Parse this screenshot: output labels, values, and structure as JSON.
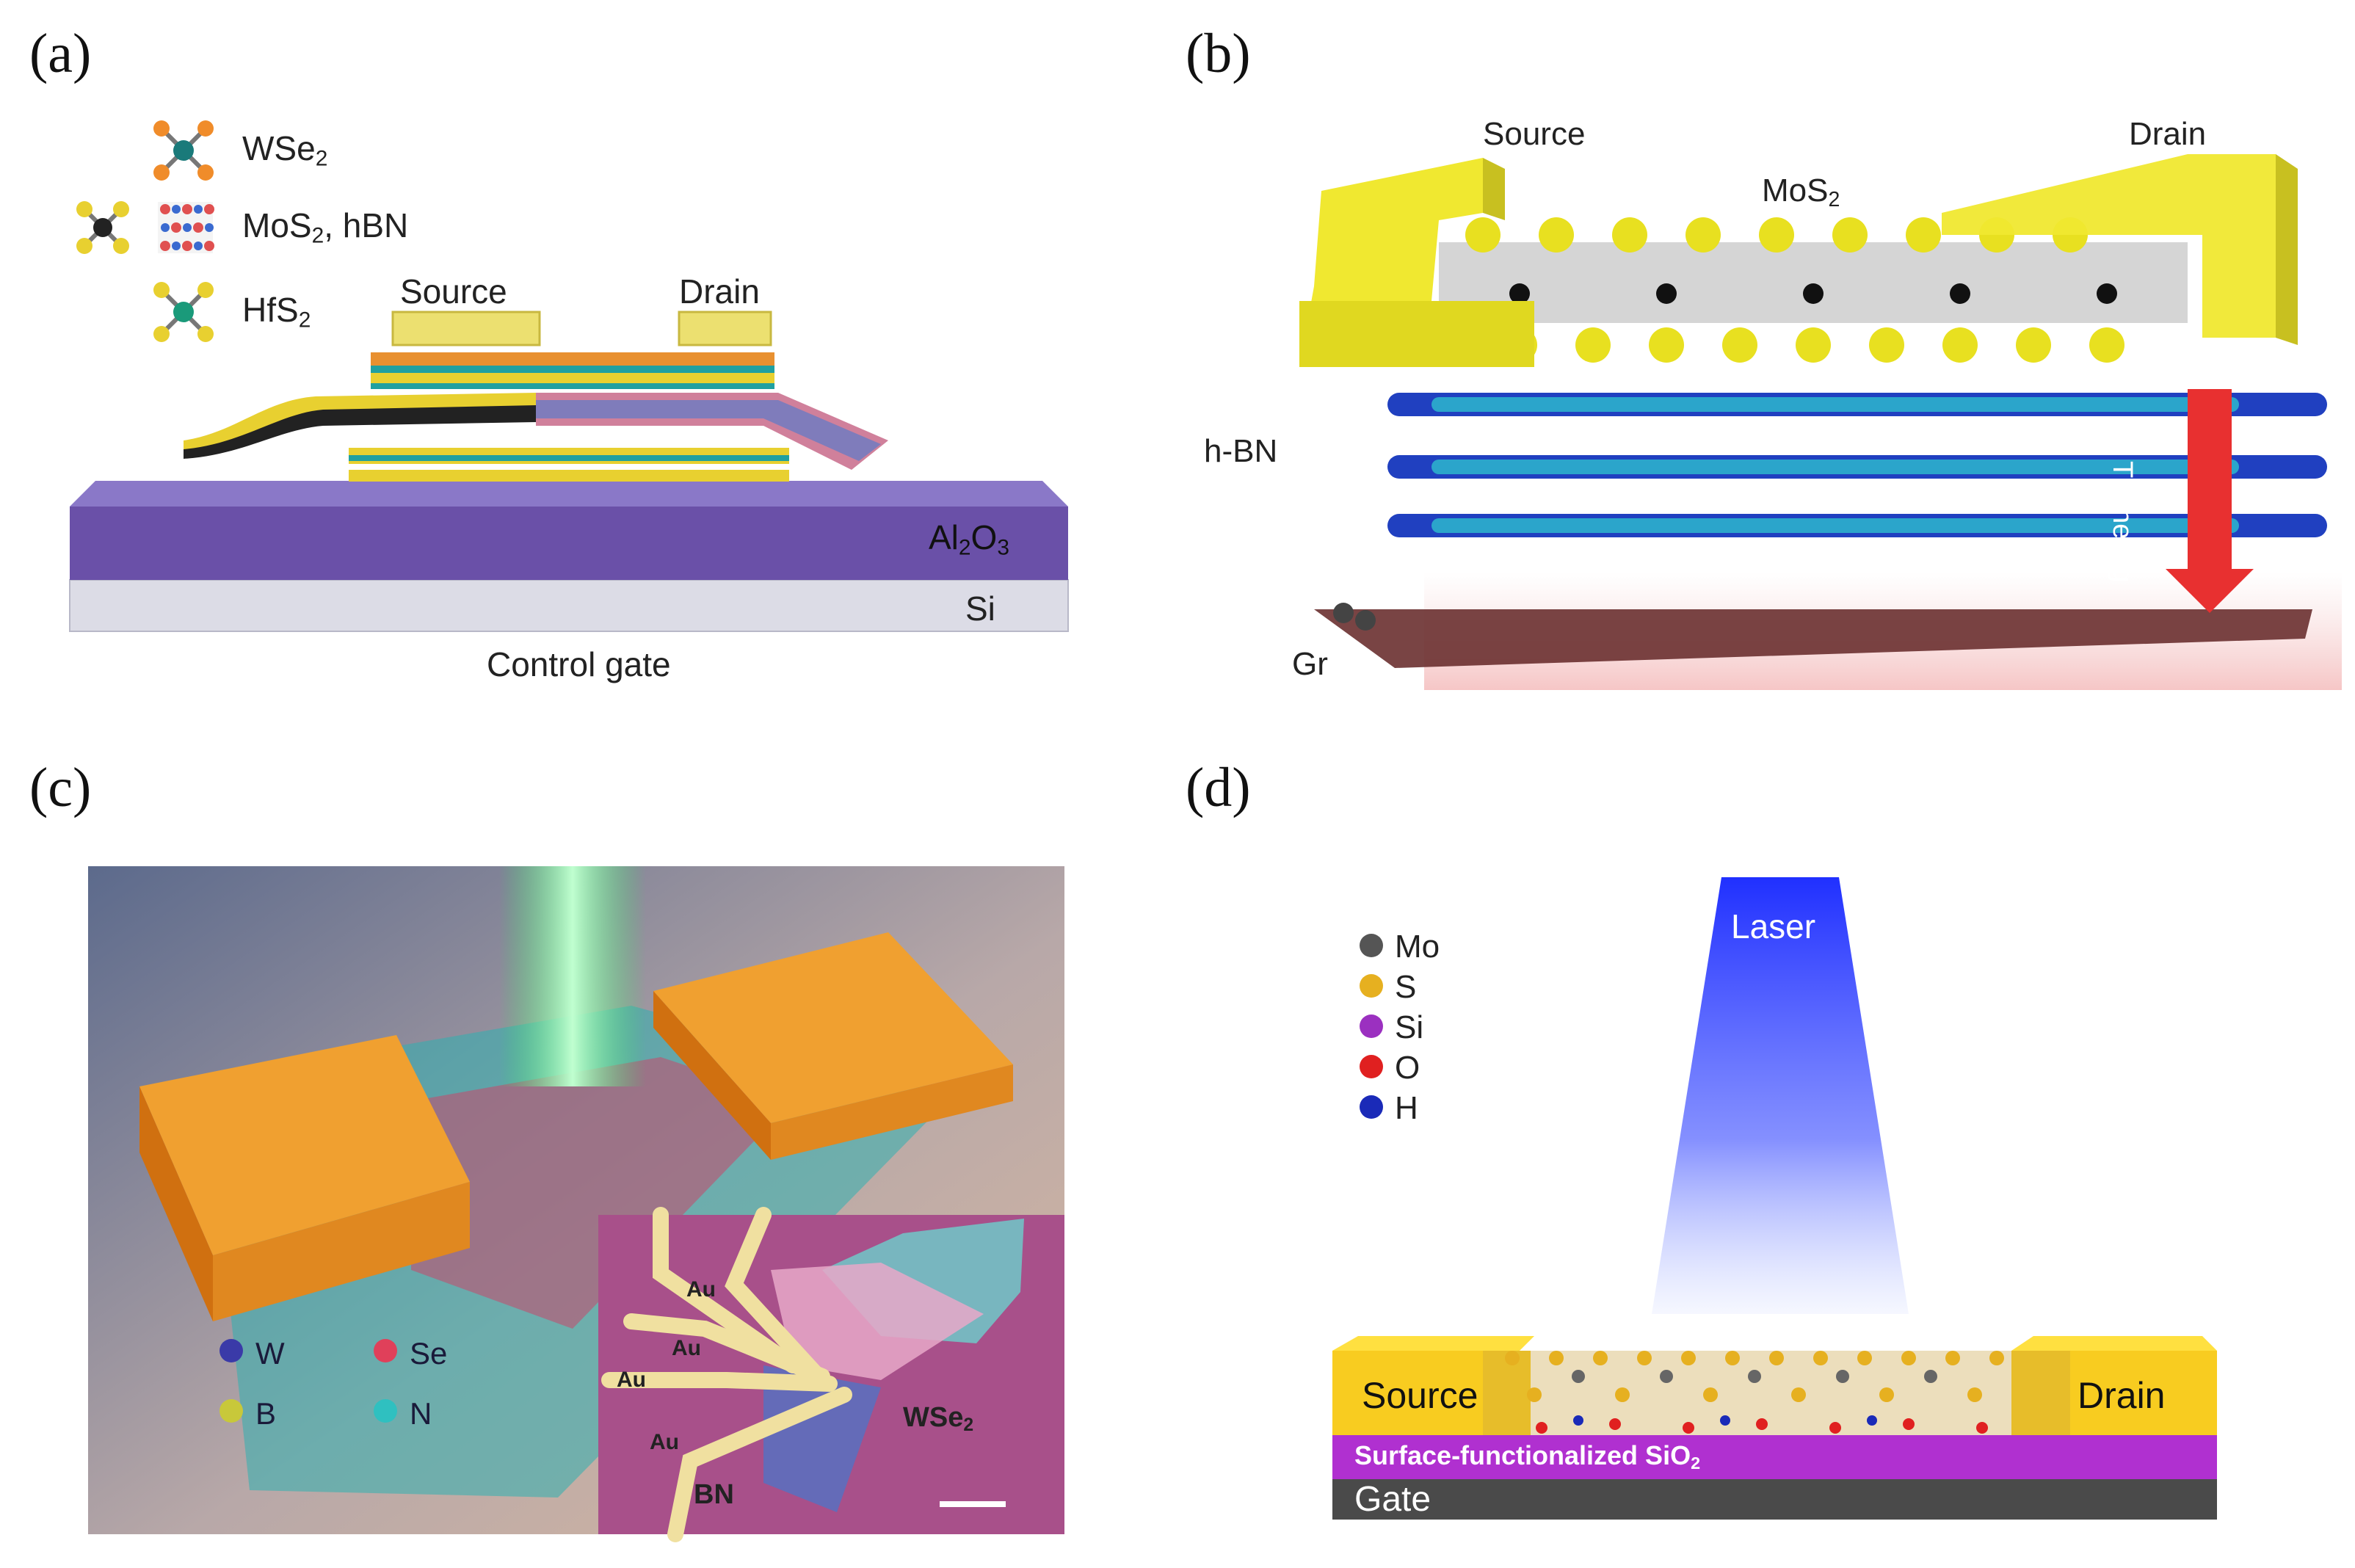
{
  "panels": {
    "a": {
      "label": "(a)",
      "legend": [
        {
          "text": "WSe",
          "sub": "2",
          "icon": "cross-molecule-orange"
        },
        {
          "text": "MoS",
          "sub": "2",
          "suffix": ", hBN",
          "icon": "layered-lattice"
        },
        {
          "text": "HfS",
          "sub": "2",
          "icon": "cross-molecule-yellow"
        }
      ],
      "source": "Source",
      "drain": "Drain",
      "oxide": {
        "text": "Al",
        "sub1": "2",
        "mid": "O",
        "sub2": "3"
      },
      "substrate": "Si",
      "caption": "Control gate"
    },
    "b": {
      "label": "(b)",
      "source": "Source",
      "drain": "Drain",
      "channel": {
        "text": "MoS",
        "sub": "2"
      },
      "barrier": "h-BN",
      "bottom": "Gr",
      "arrow": "Tunneling"
    },
    "c": {
      "label": "(c)",
      "legend": [
        {
          "symbol": "W",
          "color": "#3a3aa8"
        },
        {
          "symbol": "Se",
          "color": "#e0405a"
        },
        {
          "symbol": "B",
          "color": "#c8c83a"
        },
        {
          "symbol": "N",
          "color": "#2fc0c0"
        }
      ],
      "inset": {
        "electrodes": [
          "Au",
          "Au",
          "Au",
          "Au"
        ],
        "flake": {
          "text": "WSe",
          "sub": "2"
        },
        "substrate": "BN"
      }
    },
    "d": {
      "label": "(d)",
      "legend": [
        {
          "symbol": "Mo",
          "color": "#555555"
        },
        {
          "symbol": "S",
          "color": "#e6b020"
        },
        {
          "symbol": "Si",
          "color": "#9b30c0"
        },
        {
          "symbol": "O",
          "color": "#e02020"
        },
        {
          "symbol": "H",
          "color": "#1a2ab8"
        }
      ],
      "beam": "Laser",
      "source": "Source",
      "drain": "Drain",
      "dielectric": {
        "text": "Surface-functionalized SiO",
        "sub": "2"
      },
      "gate": "Gate"
    }
  },
  "colors": {
    "gold": "#f0e040",
    "purple": "#6a4fa8",
    "orange": "#f08c1a",
    "laser_green": "#30e060",
    "laser_blue": "#3048ff"
  }
}
